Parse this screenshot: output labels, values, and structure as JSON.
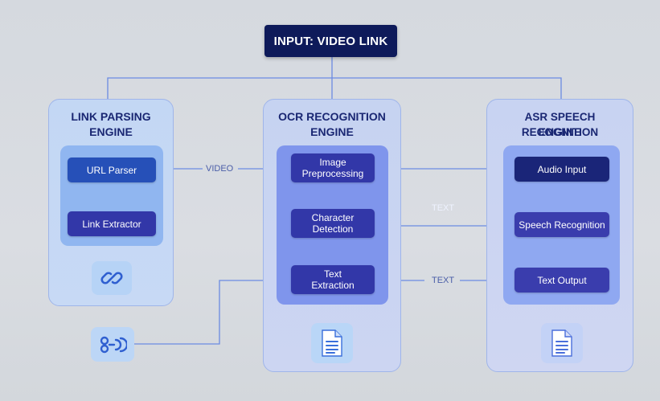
{
  "input": {
    "label": "INPUT: VIDEO LINK"
  },
  "panels": {
    "link": {
      "title_line1": "LINK PARSING",
      "title_line2": "ENGINE",
      "nodes": [
        "URL Parser",
        "Link Extractor"
      ]
    },
    "ocr": {
      "title_line1": "OCR RECOGNITION",
      "title_line2": "ENGINE",
      "nodes": [
        [
          "Image",
          "Preprocessing"
        ],
        [
          "Character",
          "Detection"
        ],
        [
          "Text",
          "Extraction"
        ]
      ]
    },
    "asr": {
      "title_line1": "ASR SPEECH RECOGNITION",
      "title_line2": "ENGINE",
      "nodes": [
        "Audio Input",
        "Speech Recognition",
        "Text Output"
      ]
    }
  },
  "edge_labels": {
    "video": "VIDEO",
    "text_upper": "TEXT",
    "text_lower": "TEXT"
  },
  "icons": {
    "link_panel": "link-icon",
    "external": "link-chain-icon",
    "ocr_output": "document-icon",
    "asr_output": "document-icon"
  },
  "colors": {
    "accent": "#0e1a5a",
    "panel_border": "#9fb5ea",
    "arrow": "#5a7fe0"
  }
}
